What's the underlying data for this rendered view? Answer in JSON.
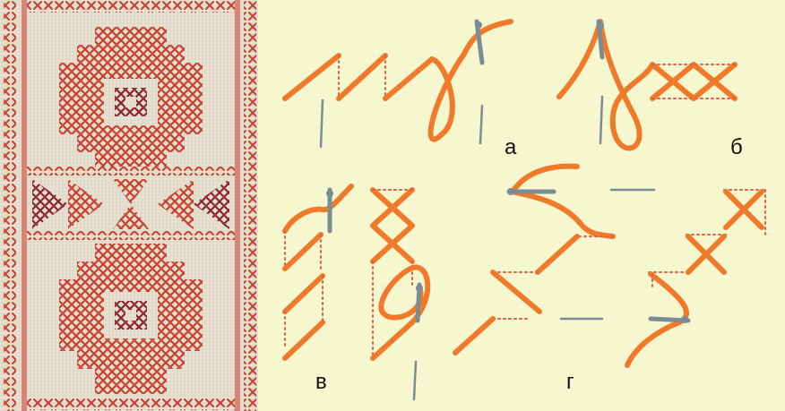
{
  "colors": {
    "fabric": "#e9e2d4",
    "fabric_dark": "#d7cdb9",
    "thread": "#c8402e",
    "thread_dark": "#8a2430",
    "background": "#f7f7cf",
    "stitch": "#f07a2a",
    "needle": "#7a8c96"
  },
  "panels": [
    {
      "id": "a",
      "label": "а"
    },
    {
      "id": "b",
      "label": "б"
    },
    {
      "id": "v",
      "label": "в"
    },
    {
      "id": "g",
      "label": "г"
    }
  ]
}
